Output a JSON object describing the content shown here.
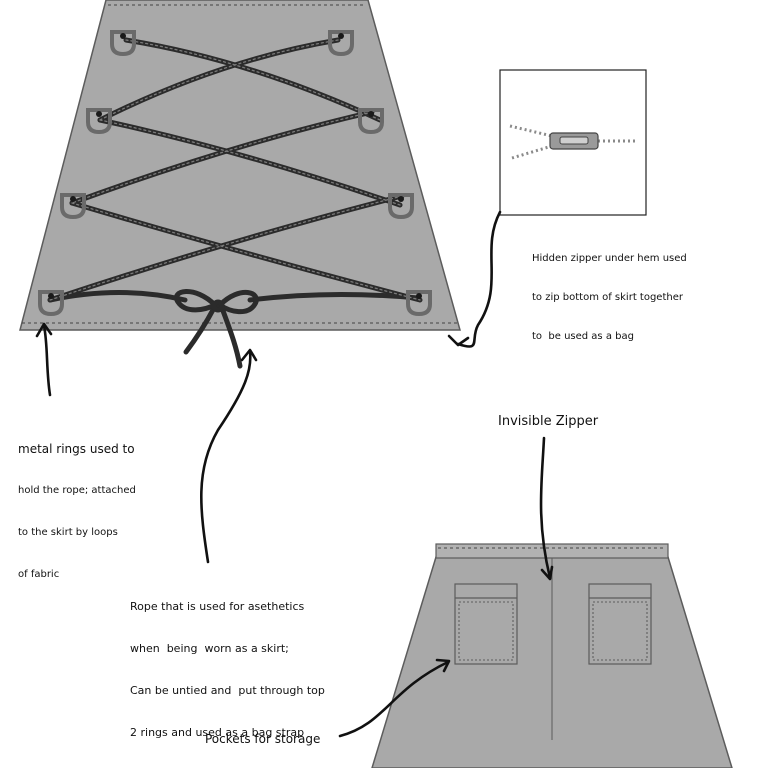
{
  "colors": {
    "fabric": "#a9a9a9",
    "fabric_edge": "#5c5c5c",
    "stitch": "#444444",
    "rope": "#2b2b2b",
    "ring": "#6a6a6a",
    "ink": "#111111",
    "zipper": "#8a8a8a"
  },
  "annotations": {
    "zipper_note": {
      "line1": "Hidden zipper under hem used",
      "line2": "to zip bottom of skirt together",
      "line3": "to  be used as a bag"
    },
    "rings_note": {
      "line1": "metal rings used to",
      "line2": "hold the rope; attached",
      "line3": "to the skirt by loops",
      "line4": "of fabric"
    },
    "rope_note": {
      "line1": "Rope that is used for asethetics",
      "line2": "when  being  worn as a skirt;",
      "line3": "Can be untied and  put through top",
      "line4": "2 rings and used as a bag strap"
    },
    "invisible_zipper": "Invisible Zipper",
    "pockets": "Pockets for storage"
  },
  "icons": {
    "zipper_detail": "zipper-icon",
    "ring": "d-ring-icon",
    "bow": "rope-bow-icon"
  }
}
